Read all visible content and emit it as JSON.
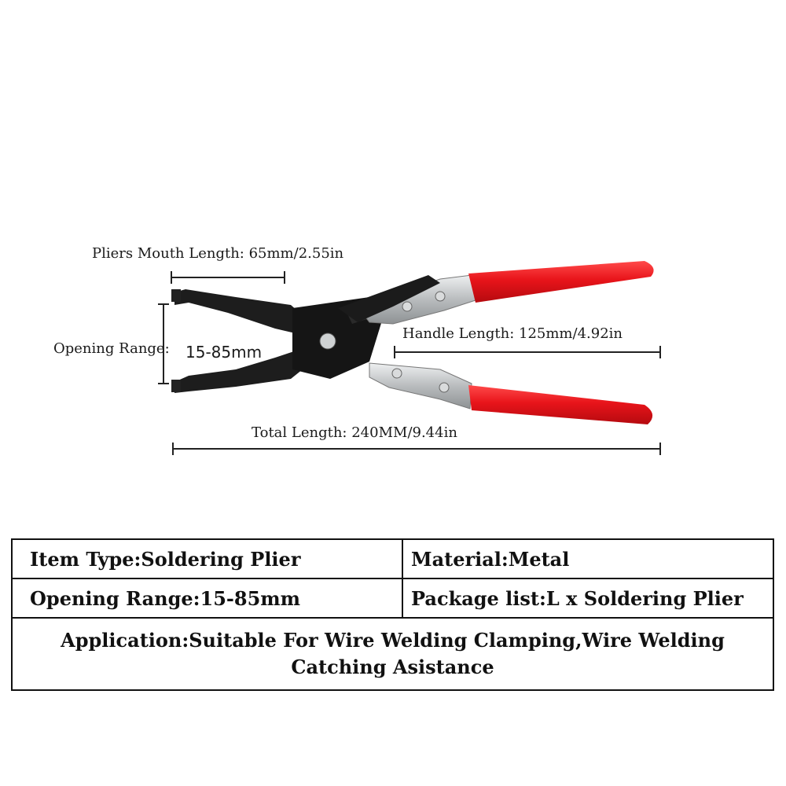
{
  "dimensions": {
    "mouth_length": "Pliers Mouth Length: 65mm/2.55in",
    "opening_range_prefix": "Opening Range:",
    "opening_range_value": "15-85mm",
    "handle_length": "Handle Length: 125mm/4.92in",
    "total_length": "Total Length: 240MM/9.44in"
  },
  "specs": {
    "item_type": "Item Type:Soldering Plier",
    "material": "Material:Metal",
    "opening_range": "Opening Range:15-85mm",
    "package_list": "Package list:L x Soldering Plier",
    "application": "Application:Suitable For Wire Welding Clamping,Wire Welding Catching Asistance"
  },
  "colors": {
    "handle": "#e8141a",
    "body": "#1b1b1b",
    "steel": "#c8cacb"
  }
}
